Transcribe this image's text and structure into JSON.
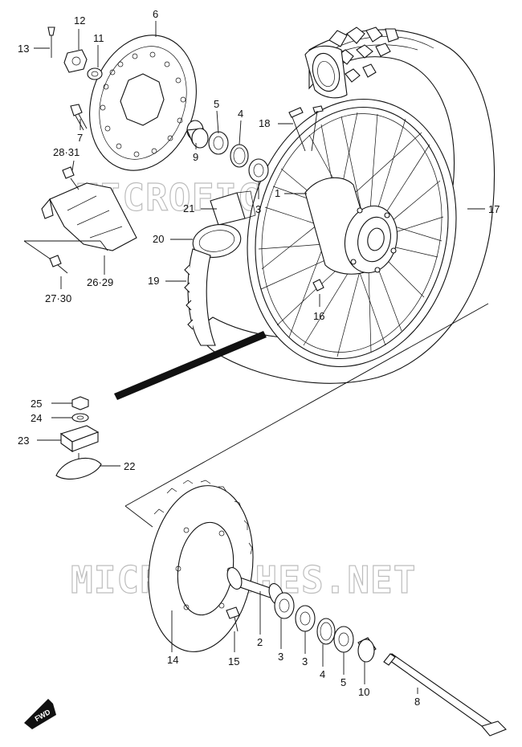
{
  "watermark": "MICROFICHES.NET",
  "fwd_label": "FWD",
  "callouts": [
    {
      "id": "c1",
      "text": "1"
    },
    {
      "id": "c2",
      "text": "2"
    },
    {
      "id": "c3a",
      "text": "3"
    },
    {
      "id": "c3b",
      "text": "3"
    },
    {
      "id": "c3c",
      "text": "3"
    },
    {
      "id": "c4a",
      "text": "4"
    },
    {
      "id": "c4b",
      "text": "4"
    },
    {
      "id": "c5a",
      "text": "5"
    },
    {
      "id": "c5b",
      "text": "5"
    },
    {
      "id": "c6",
      "text": "6"
    },
    {
      "id": "c7",
      "text": "7"
    },
    {
      "id": "c8",
      "text": "8"
    },
    {
      "id": "c9",
      "text": "9"
    },
    {
      "id": "c10",
      "text": "10"
    },
    {
      "id": "c11",
      "text": "11"
    },
    {
      "id": "c12",
      "text": "12"
    },
    {
      "id": "c13",
      "text": "13"
    },
    {
      "id": "c14",
      "text": "14"
    },
    {
      "id": "c15",
      "text": "15"
    },
    {
      "id": "c16",
      "text": "16"
    },
    {
      "id": "c17",
      "text": "17"
    },
    {
      "id": "c18",
      "text": "18"
    },
    {
      "id": "c19",
      "text": "19"
    },
    {
      "id": "c20",
      "text": "20"
    },
    {
      "id": "c21",
      "text": "21"
    },
    {
      "id": "c22",
      "text": "22"
    },
    {
      "id": "c23",
      "text": "23"
    },
    {
      "id": "c24",
      "text": "24"
    },
    {
      "id": "c25",
      "text": "25"
    },
    {
      "id": "c2629",
      "text": "26·29"
    },
    {
      "id": "c2730",
      "text": "27·30"
    },
    {
      "id": "c2831",
      "text": "28·31"
    }
  ]
}
